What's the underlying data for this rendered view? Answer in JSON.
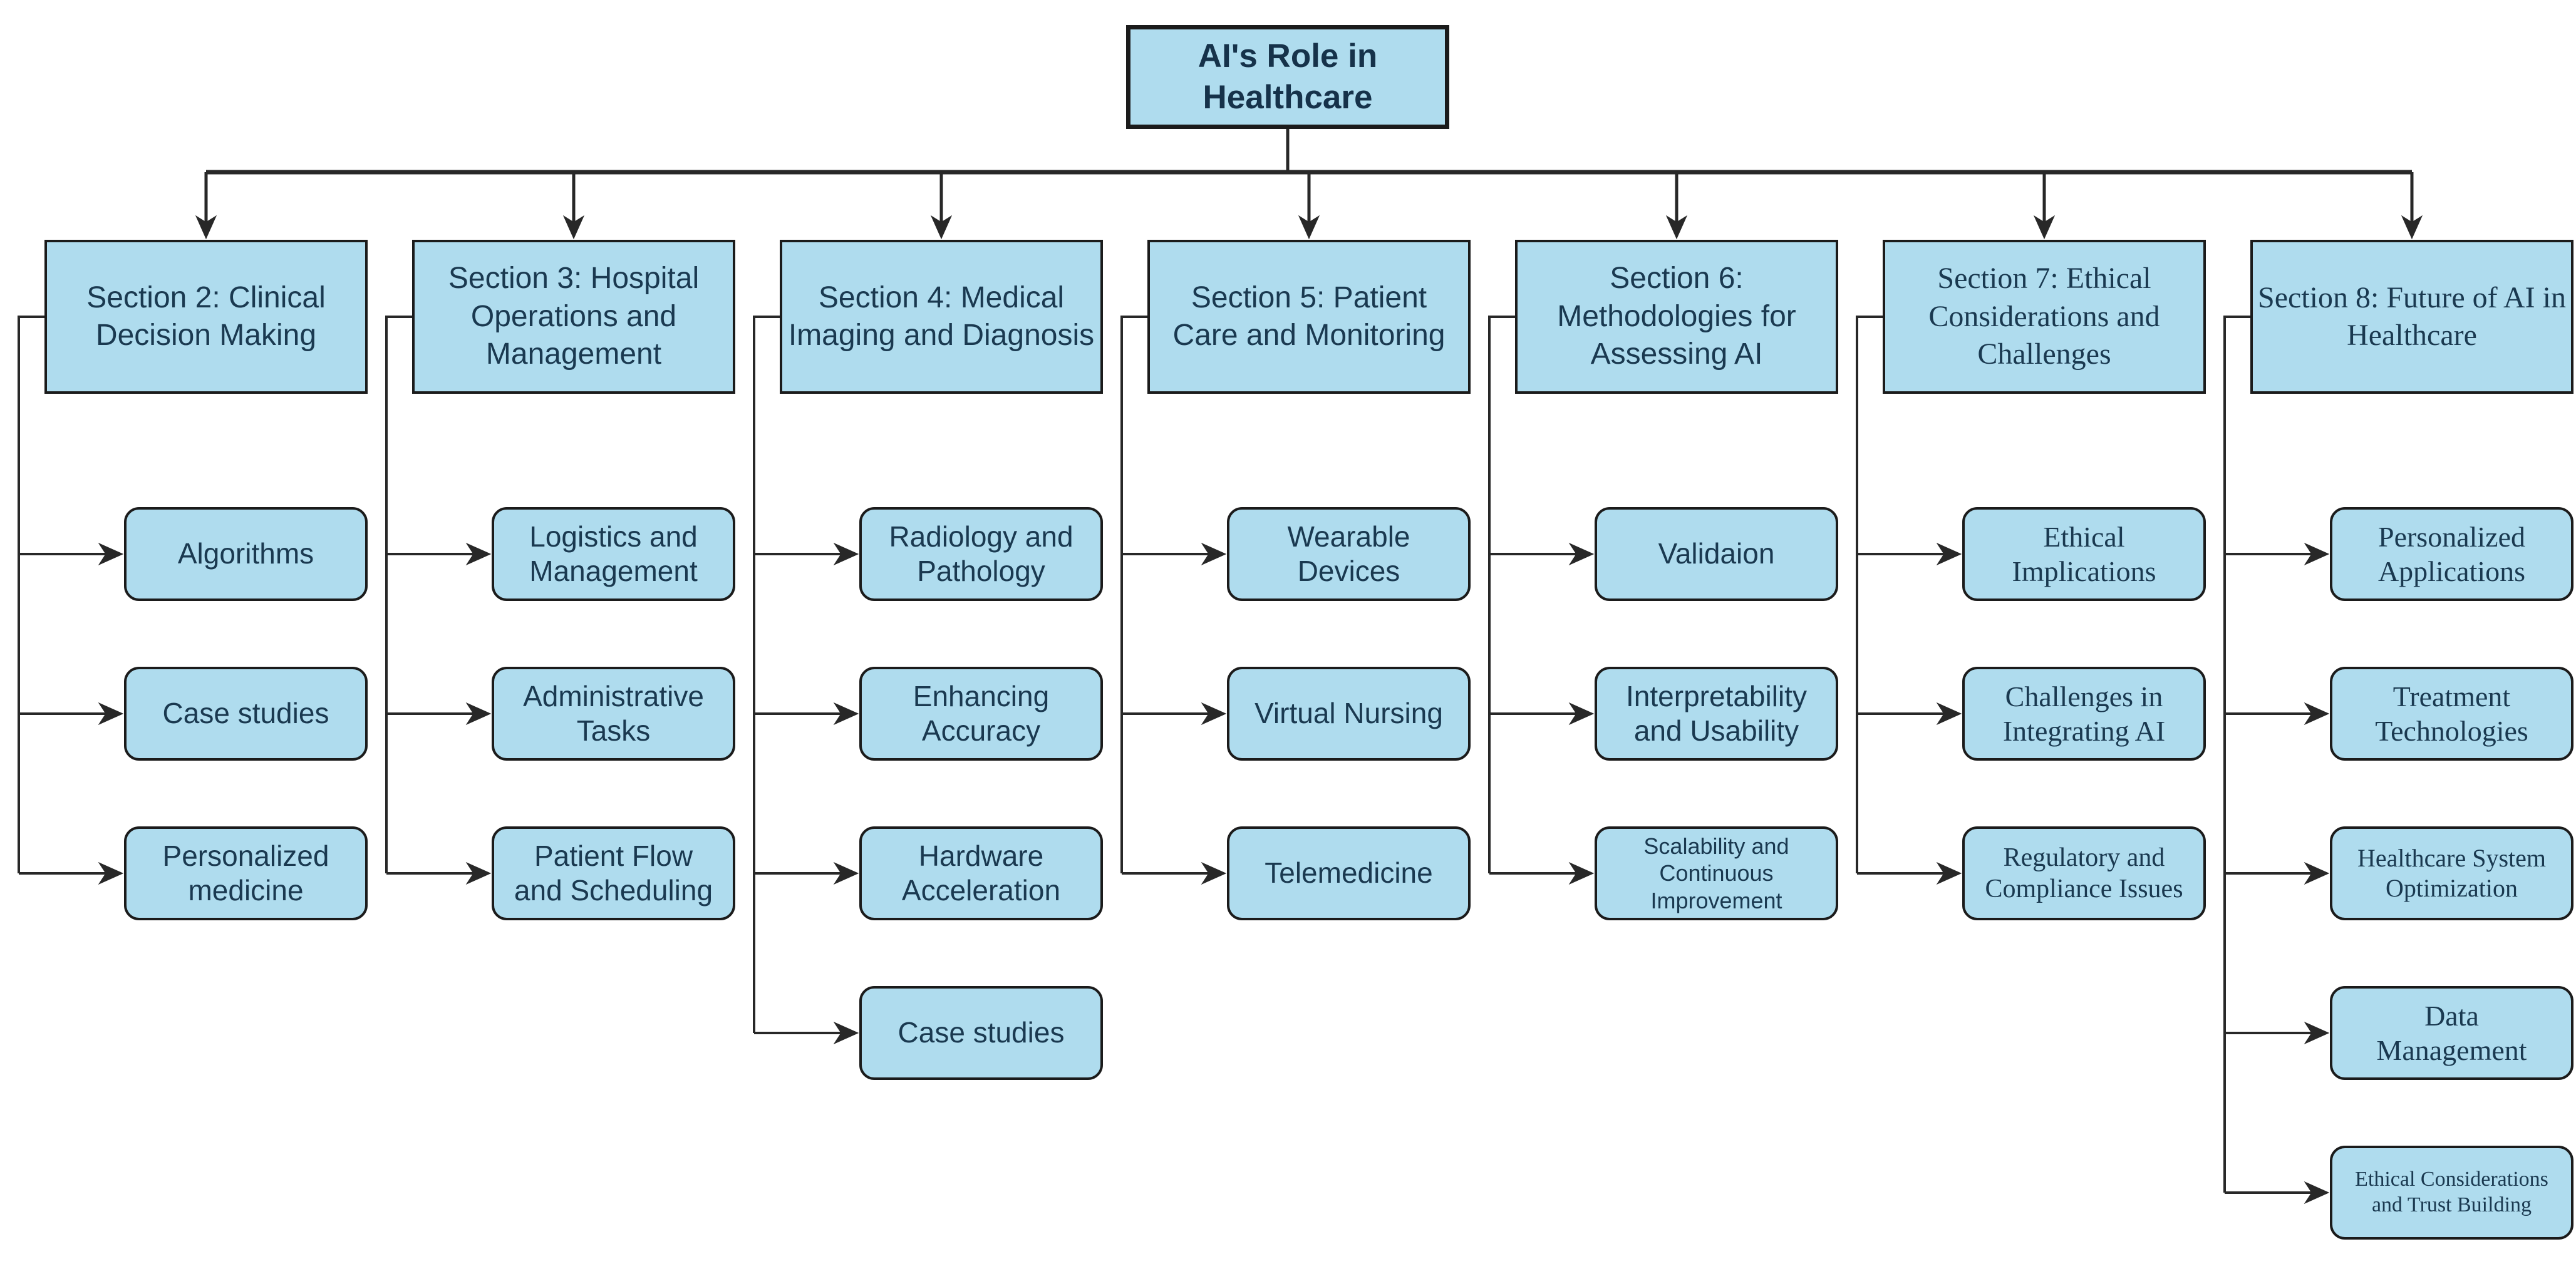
{
  "diagram": {
    "root": {
      "label": "AI's Role in Healthcare"
    },
    "sections": [
      {
        "title": "Section 2: Clinical Decision Making",
        "children": [
          "Algorithms",
          "Case studies",
          "Personalized medicine"
        ]
      },
      {
        "title": "Section 3: Hospital Operations and Management",
        "children": [
          "Logistics and Management",
          "Administrative Tasks",
          "Patient Flow and Scheduling"
        ]
      },
      {
        "title": "Section 4: Medical Imaging and Diagnosis",
        "children": [
          "Radiology and Pathology",
          "Enhancing Accuracy",
          "Hardware Acceleration",
          "Case studies"
        ]
      },
      {
        "title": "Section 5: Patient Care and Monitoring",
        "children": [
          "Wearable Devices",
          "Virtual Nursing",
          "Telemedicine"
        ]
      },
      {
        "title": "Section 6: Methodologies for Assessing AI",
        "children": [
          "Validaion",
          "Interpretability and Usability",
          "Scalability and Continuous Improvement"
        ]
      },
      {
        "title": "Section 7: Ethical Considerations and Challenges",
        "children": [
          "Ethical Implications",
          "Challenges in Integrating AI",
          "Regulatory and Compliance Issues"
        ]
      },
      {
        "title": "Section 8: Future of AI in Healthcare",
        "children": [
          "Personalized Applications",
          "Treatment Technologies",
          "Healthcare System Optimization",
          "Data Management",
          "Ethical Considerations and Trust Building"
        ]
      }
    ],
    "colors": {
      "node_fill": "#afdcee",
      "node_border": "#1b1b1b",
      "text": "#1a3950",
      "connector": "#282828"
    }
  }
}
